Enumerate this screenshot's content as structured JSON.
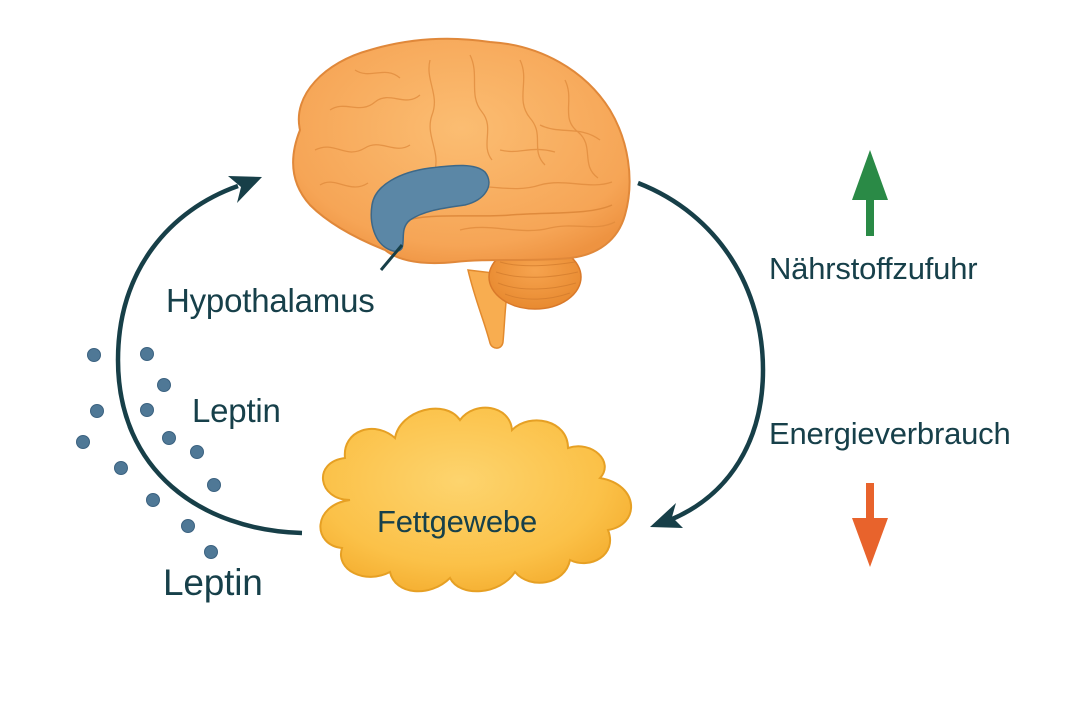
{
  "diagram": {
    "title": "Leptin-Regelkreis",
    "nodes": {
      "brain": {
        "label": "Hypothalamus",
        "region_color": "#5b87a6",
        "brain_color": "#f6a95a"
      },
      "fat": {
        "label": "Fettgewebe",
        "color": "#fcc24f"
      }
    },
    "labels": {
      "hypothalamus": "Hypothalamus",
      "leptin_mid": "Leptin",
      "leptin_bottom": "Leptin",
      "fettgewebe": "Fettgewebe",
      "naehrstoffzufuhr": "Nährstoffzufuhr",
      "energieverbrauch": "Energieverbrauch"
    },
    "edges": [
      {
        "from": "Fettgewebe",
        "to": "Hypothalamus",
        "via": "Leptin",
        "direction": "up-left arc"
      },
      {
        "from": "Hypothalamus",
        "to": "Fettgewebe",
        "direction": "down-right arc"
      }
    ],
    "effects": [
      {
        "label": "Nährstoffzufuhr",
        "direction": "up",
        "color": "#2a8a46"
      },
      {
        "label": "Energieverbrauch",
        "direction": "down",
        "color": "#e8632c"
      }
    ],
    "colors": {
      "text": "#17404a",
      "arrow": "#173f48",
      "leptin_dot": "#4f7896",
      "up_arrow": "#2a8a46",
      "down_arrow": "#e8632c"
    },
    "leptin_dot_count": 13
  }
}
